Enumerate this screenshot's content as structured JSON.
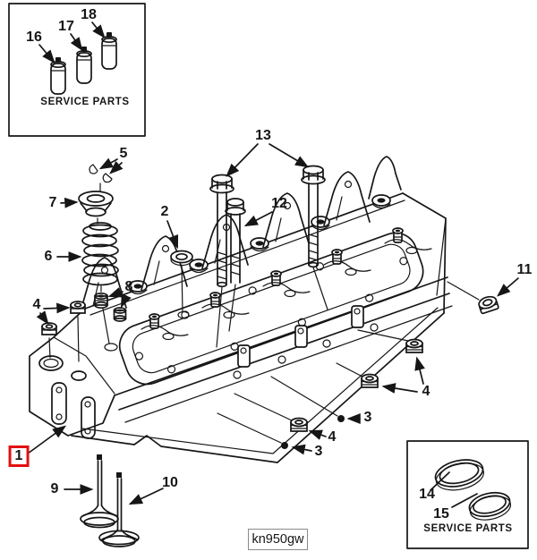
{
  "figure": {
    "code_label": "kn950gw",
    "background": "#ffffff",
    "line_color": "#161616",
    "highlight_color": "#e30f0f"
  },
  "service_boxes": {
    "top_left": {
      "title": "SERVICE PARTS",
      "items": [
        "16",
        "17",
        "18"
      ]
    },
    "bottom_right": {
      "title": "SERVICE PARTS",
      "items": [
        "14",
        "15"
      ]
    }
  },
  "callouts": [
    {
      "label": "16"
    },
    {
      "label": "17"
    },
    {
      "label": "18"
    },
    {
      "label": "5"
    },
    {
      "label": "7"
    },
    {
      "label": "6"
    },
    {
      "label": "2"
    },
    {
      "label": "8"
    },
    {
      "label": "4"
    },
    {
      "label": "13"
    },
    {
      "label": "12"
    },
    {
      "label": "11"
    },
    {
      "label": "4"
    },
    {
      "label": "3"
    },
    {
      "label": "4"
    },
    {
      "label": "3"
    },
    {
      "label": "1",
      "highlighted": true
    },
    {
      "label": "9"
    },
    {
      "label": "10"
    },
    {
      "label": "14"
    },
    {
      "label": "15"
    }
  ]
}
